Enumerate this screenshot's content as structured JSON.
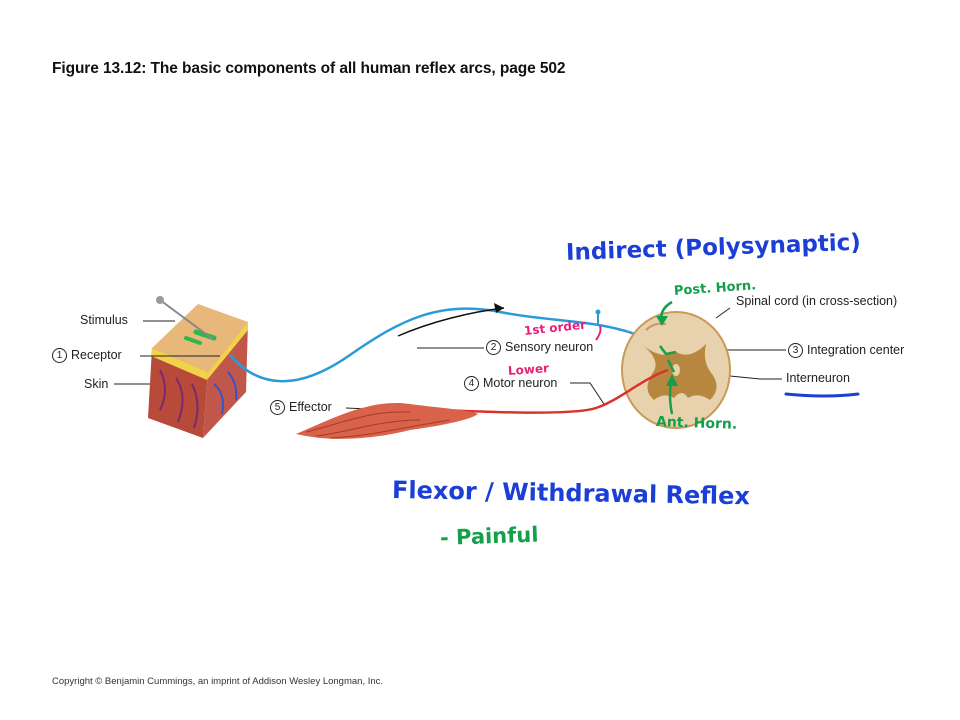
{
  "figure": {
    "title": "Figure 13.12: The basic components of all human reflex arcs, page 502",
    "copyright": "Copyright © Benjamin Cummings, an imprint of Addison Wesley Longman, Inc."
  },
  "labels": {
    "stimulus": "Stimulus",
    "receptor": "Receptor",
    "skin": "Skin",
    "effector": "Effector",
    "sensory_neuron": "Sensory neuron",
    "motor_neuron": "Motor neuron",
    "spinal_cord": "Spinal cord (in cross-section)",
    "integration_center": "Integration center",
    "interneuron": "Interneuron"
  },
  "numbers": {
    "receptor": "1",
    "sensory_neuron": "2",
    "integration_center": "3",
    "motor_neuron": "4",
    "effector": "5"
  },
  "handwritten": {
    "heading": "Indirect (Polysynaptic)",
    "first_order": "1st order",
    "lower": "Lower",
    "post_horn": "Post. Horn.",
    "ant_horn": "Ant. Horn.",
    "main": "Flexor / Withdrawal Reflex",
    "sub": "- Painful"
  },
  "colors": {
    "sensory": "#2b9ad8",
    "motor": "#d8342a",
    "ink_blue": "#1b3fd6",
    "ink_green": "#14a04a",
    "ink_pink": "#e8207a"
  }
}
